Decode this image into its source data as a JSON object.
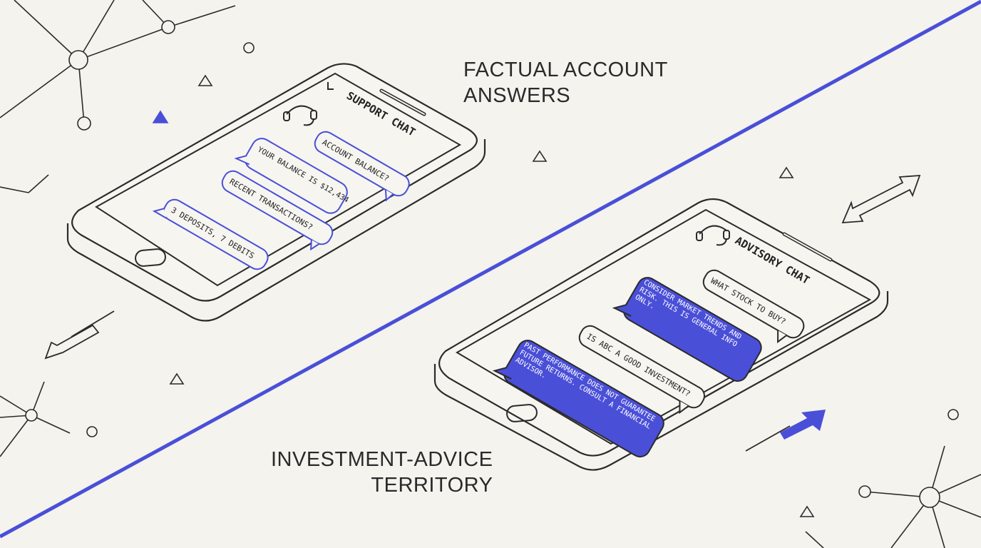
{
  "labels": {
    "top": [
      "FACTUAL ACCOUNT",
      "ANSWERS"
    ],
    "bottom": [
      "INVESTMENT-ADVICE",
      "TERRITORY"
    ]
  },
  "support_phone": {
    "title": "SUPPORT CHAT",
    "messages": [
      {
        "text": "ACCOUNT BALANCE?",
        "role": "user"
      },
      {
        "text": "YOUR BALANCE IS $12,434",
        "role": "bot"
      },
      {
        "text": "RECENT TRANSACTIONS?",
        "role": "user"
      },
      {
        "text": "3 DEPOSITS, 7 DEBITS",
        "role": "bot"
      }
    ]
  },
  "advisory_phone": {
    "title": "ADVISORY CHAT",
    "messages": [
      {
        "text": "WHAT STOCK TO BUY?",
        "role": "user"
      },
      {
        "text": "CONSIDER MARKET TRENDS AND RISK. THIS IS GENERAL INFO ONLY.",
        "role": "bot"
      },
      {
        "text": "IS ABC A GOOD INVESTMENT?",
        "role": "user"
      },
      {
        "text": "PAST PERFORMANCE DOES NOT GUARANTEE FUTURE RETURNS. CONSULT A FINANCIAL ADVISOR.",
        "role": "bot"
      }
    ]
  },
  "colors": {
    "accent": "#4a4fd8",
    "ink": "#2b2b2b",
    "background": "#f4f3ee"
  }
}
